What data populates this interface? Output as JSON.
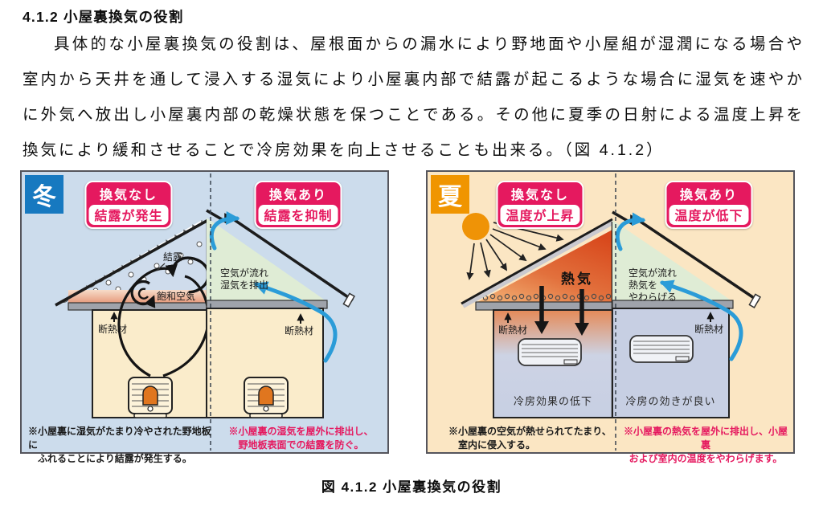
{
  "document": {
    "heading": "4.1.2 小屋裏換気の役割",
    "paragraph": "具体的な小屋裏換気の役割は、屋根面からの漏水により野地面や小屋組が湿潤になる場合や室内から天井を通して浸入する湿気により小屋裏内部で結露が起こるような場合に湿気を速やかに外気へ放出し小屋裏内部の乾燥状態を保つことである。その他に夏季の日射による温度上昇を換気により緩和させることで冷房効果を向上させることも出来る。（図 4.1.2）",
    "figure_caption": "図 4.1.2 小屋裏換気の役割"
  },
  "winter": {
    "season": "冬",
    "left_badge": {
      "title": "換気なし",
      "subtitle": "結露が発生"
    },
    "right_badge": {
      "title": "換気あり",
      "subtitle": "結露を抑制"
    },
    "labels": {
      "condensation": "結露",
      "saturated_air": "飽和空気",
      "insulation": "断熱材",
      "airflow": "空気が流れ\n湿気を排出"
    },
    "left_note": "※小屋裏に湿気がたまり冷やされた野地板に\n　ふれることにより結露が発生する。",
    "right_note": "※小屋裏の湿気を屋外に排出し、\n野地板表面での結露を防ぐ。"
  },
  "summer": {
    "season": "夏",
    "left_badge": {
      "title": "換気なし",
      "subtitle": "温度が上昇"
    },
    "right_badge": {
      "title": "換気あり",
      "subtitle": "温度が低下"
    },
    "labels": {
      "hot_air": "熱気",
      "insulation": "断熱材",
      "airflow": "空気が流れ\n熱気を\nやわらげる",
      "left_room": "冷房効果の低下",
      "right_room": "冷房の効きが良い"
    },
    "left_note": "※小屋裏の空気が熱せられてたまり、\n　室内に侵入する。",
    "right_note": "※小屋裏の熱気を屋外に排出し、小屋裏\nおよび室内の温度をやわらげます。"
  },
  "colors": {
    "winter_badge_blue": "#1779c0",
    "summer_badge_orange": "#f09500",
    "vent_badge_red": "#e5195f",
    "airflow_arrow_blue": "#2b9cd8",
    "winter_panel_bg": "#ccdcec",
    "summer_panel_bg": "#fbe6c3",
    "attic_vented_green": "#dfecd5",
    "room_beige": "#faeccb",
    "room_lavender": "#c7cfe3",
    "hot_attic_red": "#d8481c"
  }
}
